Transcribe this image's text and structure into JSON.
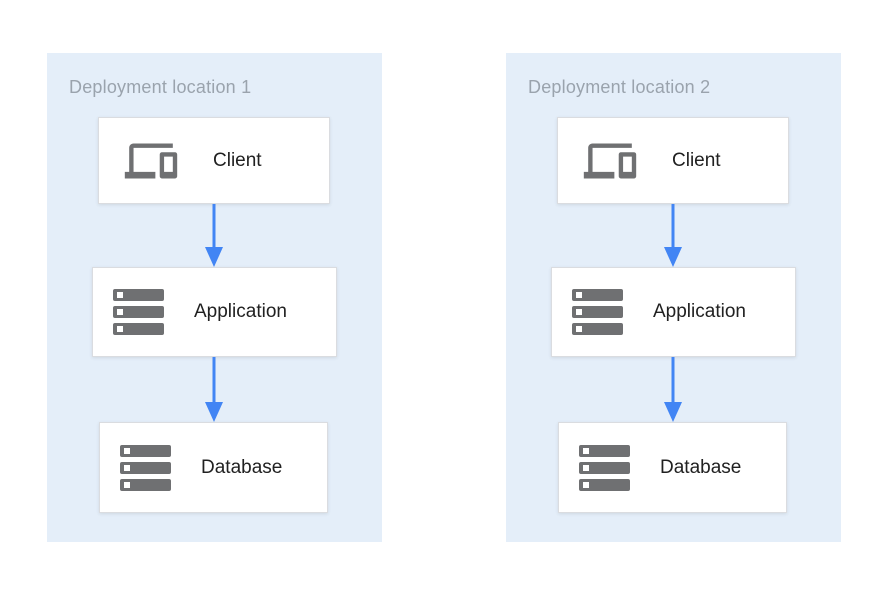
{
  "diagram": {
    "colors": {
      "page-background": "#ffffff",
      "panel-background": "#e4eef9",
      "panel-title": "#9aa3ad",
      "node-border": "#dadce0",
      "node-text": "#212121",
      "icon-gray": "#6f7072",
      "arrow-blue": "#4285f4"
    },
    "locations": [
      {
        "title": "Deployment location 1",
        "nodes": [
          {
            "label": "Client",
            "icon": "devices-icon"
          },
          {
            "label": "Application",
            "icon": "storage-icon"
          },
          {
            "label": "Database",
            "icon": "storage-icon"
          }
        ],
        "connections": [
          {
            "from": "Client",
            "to": "Application"
          },
          {
            "from": "Application",
            "to": "Database"
          }
        ]
      },
      {
        "title": "Deployment location 2",
        "nodes": [
          {
            "label": "Client",
            "icon": "devices-icon"
          },
          {
            "label": "Application",
            "icon": "storage-icon"
          },
          {
            "label": "Database",
            "icon": "storage-icon"
          }
        ],
        "connections": [
          {
            "from": "Client",
            "to": "Application"
          },
          {
            "from": "Application",
            "to": "Database"
          }
        ]
      }
    ]
  }
}
